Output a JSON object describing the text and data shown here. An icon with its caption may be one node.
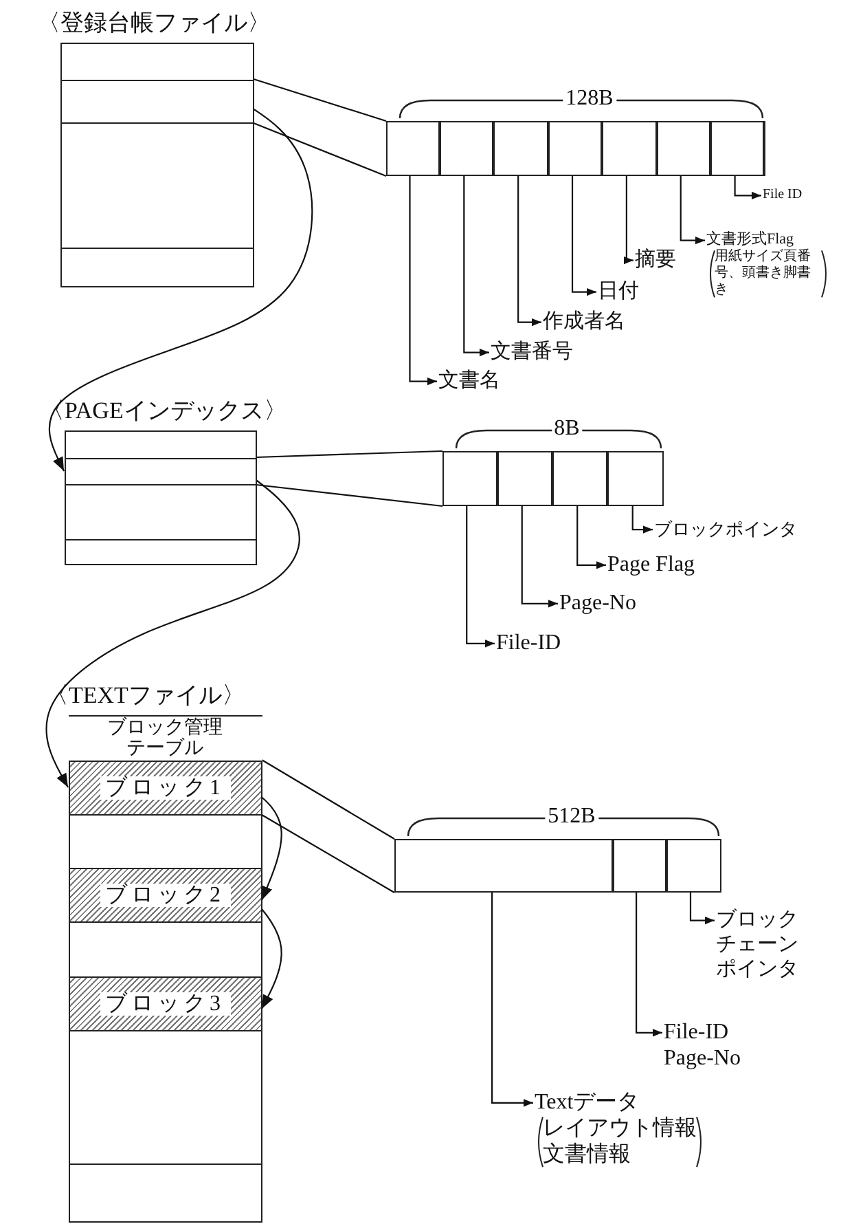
{
  "diagram": {
    "nodes": [
      {
        "text": [
          "〈登録台帳ファイル〉"
        ]
      },
      {
        "text": [],
        "shape": "box",
        "in": 0
      },
      {
        "text": [],
        "shape": "box"
      },
      {
        "text": [],
        "shape": "box",
        "in": 2
      },
      {
        "text": [],
        "shape": "box",
        "in": 2
      },
      {
        "text": [],
        "shape": "box",
        "in": 2
      },
      {
        "text": [],
        "shape": "box",
        "in": 2
      },
      {
        "text": [],
        "shape": "box",
        "in": 2
      },
      {
        "text": [],
        "shape": "box",
        "in": 2
      },
      {
        "text": [],
        "shape": "box",
        "in": 2
      },
      {
        "text": [
          "File ID"
        ]
      },
      {
        "text": [
          "文書形式Flag",
          "用紙サイズ頁番号、頭書き脚書き"
        ]
      },
      {
        "text": [
          "摘要"
        ]
      },
      {
        "text": [
          "日付"
        ]
      },
      {
        "text": [
          "作成者名"
        ]
      },
      {
        "text": [
          "文書番号"
        ]
      },
      {
        "text": [
          "文書名"
        ]
      },
      {
        "text": [
          "〈PAGEインデックス〉"
        ]
      },
      {
        "text": [],
        "shape": "box",
        "in": 17
      },
      {
        "text": [],
        "shape": "box"
      },
      {
        "text": [],
        "shape": "box",
        "in": 19
      },
      {
        "text": [],
        "shape": "box",
        "in": 19
      },
      {
        "text": [],
        "shape": "box",
        "in": 19
      },
      {
        "text": [],
        "shape": "box",
        "in": 19
      },
      {
        "text": [
          "ブロックポインタ"
        ]
      },
      {
        "text": [
          "Page Flag"
        ]
      },
      {
        "text": [
          "Page-No"
        ]
      },
      {
        "text": [
          "File-ID"
        ]
      },
      {
        "text": [
          "〈TEXTファイル〉"
        ]
      },
      {
        "text": [
          "ブロック管理テーブル"
        ],
        "in": 28
      },
      {
        "text": [
          "ブロック1"
        ],
        "in": 28
      },
      {
        "text": [
          "ブロック2"
        ],
        "in": 28
      },
      {
        "text": [
          "ブロック3"
        ],
        "in": 28
      },
      {
        "text": [],
        "shape": "box"
      },
      {
        "text": [],
        "shape": "box",
        "in": 33
      },
      {
        "text": [],
        "shape": "box",
        "in": 33
      },
      {
        "text": [],
        "shape": "box",
        "in": 33
      },
      {
        "text": [
          "ブロックチェーンポインタ"
        ]
      },
      {
        "text": [
          "File-ID Page-No"
        ]
      },
      {
        "text": [
          "Textデータ",
          "レイアウト情報文書情報"
        ]
      }
    ],
    "edges": [
      {
        "from": 1,
        "to": 2,
        "arrow": "none"
      },
      {
        "from": 1,
        "to": 2,
        "arrow": "none"
      },
      {
        "from": 1,
        "to": 18,
        "arrow": "to"
      },
      {
        "from": 3,
        "to": 16,
        "arrow": "to"
      },
      {
        "from": 4,
        "to": 15,
        "arrow": "to"
      },
      {
        "from": 5,
        "to": 14,
        "arrow": "to"
      },
      {
        "from": 6,
        "to": 13,
        "arrow": "to"
      },
      {
        "from": 7,
        "to": 12,
        "arrow": "to"
      },
      {
        "from": 8,
        "to": 11,
        "arrow": "to"
      },
      {
        "from": 9,
        "to": 10,
        "arrow": "to"
      },
      {
        "from": 18,
        "to": 19,
        "arrow": "none"
      },
      {
        "from": 18,
        "to": 19,
        "arrow": "none"
      },
      {
        "from": 18,
        "to": 30,
        "arrow": "to"
      },
      {
        "from": 20,
        "to": 27,
        "arrow": "to"
      },
      {
        "from": 21,
        "to": 26,
        "arrow": "to"
      },
      {
        "from": 22,
        "to": 25,
        "arrow": "to"
      },
      {
        "from": 23,
        "to": 24,
        "arrow": "to"
      },
      {
        "from": 30,
        "to": 33,
        "arrow": "none"
      },
      {
        "from": 30,
        "to": 33,
        "arrow": "none"
      },
      {
        "from": 30,
        "to": 31,
        "arrow": "to"
      },
      {
        "from": 31,
        "to": 32,
        "arrow": "to"
      },
      {
        "from": 34,
        "to": 39,
        "arrow": "to"
      },
      {
        "from": 35,
        "to": 38,
        "arrow": "to"
      },
      {
        "from": 36,
        "to": 37,
        "arrow": "to"
      }
    ],
    "labels": [
      "128B",
      "8B",
      "512B"
    ]
  }
}
